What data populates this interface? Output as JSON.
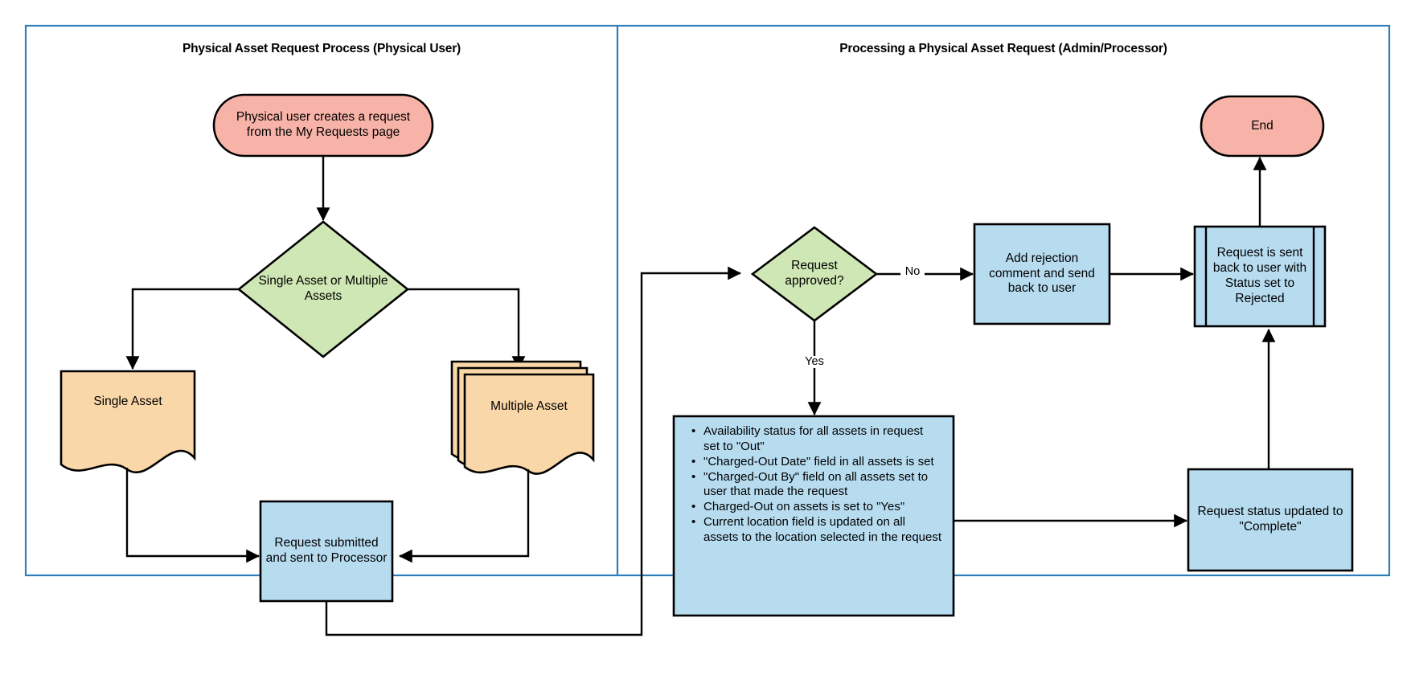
{
  "diagram": {
    "title_left": "Physical Asset Request Process (Physical User)",
    "title_right": "Processing a Physical Asset Request (Admin/Processor)",
    "colors": {
      "frame_border": "#2e7ebb",
      "terminator_fill": "#f8b3a8",
      "decision_fill": "#cfe7b4",
      "document_fill": "#fad7a8",
      "process_fill": "#b7dcf0",
      "stroke": "#000000"
    }
  },
  "nodes": {
    "start": {
      "label": "Physical user creates a request from the My Requests page",
      "shape": "terminator"
    },
    "decision_single_multi": {
      "label": "Single Asset or Multiple Assets",
      "shape": "decision"
    },
    "single_asset": {
      "label": "Single Asset",
      "shape": "document"
    },
    "multiple_asset": {
      "label": "Multiple Asset",
      "shape": "multi-document"
    },
    "request_submitted": {
      "label": "Request submitted and sent to Processor",
      "shape": "process"
    },
    "decision_approved": {
      "label": "Request approved?",
      "shape": "decision"
    },
    "add_rejection": {
      "label": "Add rejection comment and send back to user",
      "shape": "process"
    },
    "sent_back_rejected": {
      "label": "Request is sent back to user with Status set to Rejected",
      "shape": "predefined-process"
    },
    "end": {
      "label": "End",
      "shape": "terminator"
    },
    "status_complete": {
      "label": "Request status updated to \"Complete\"",
      "shape": "process"
    },
    "charge_out_actions": {
      "shape": "process",
      "bullets": [
        "Availability status for all assets in request set to \"Out\"",
        "\"Charged-Out Date\" field in all assets is set",
        "\"Charged-Out By\" field on all assets set to user that made the request",
        "Charged-Out on assets is set to \"Yes\"",
        "Current location field is updated on all assets to the location selected in the request"
      ]
    }
  },
  "edge_labels": {
    "no": "No",
    "yes": "Yes"
  }
}
